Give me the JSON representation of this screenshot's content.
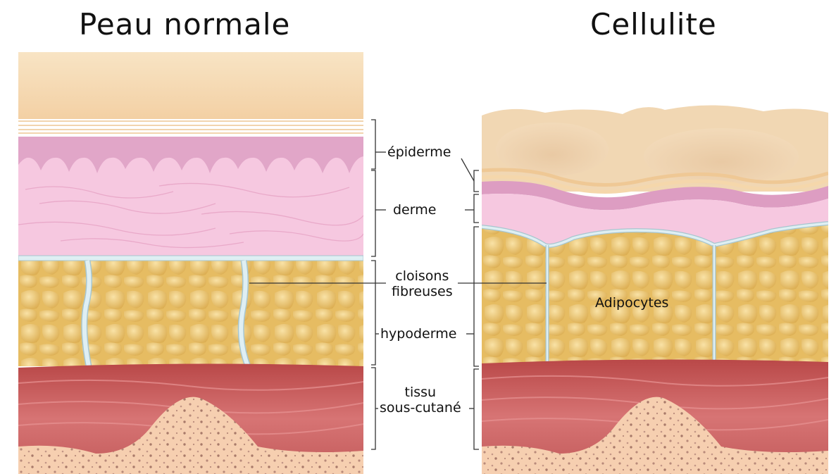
{
  "titles": {
    "left": "Peau normale",
    "right": "Cellulite"
  },
  "labels": {
    "epidermis": "épiderme",
    "dermis": "derme",
    "septa_line1": "cloisons",
    "septa_line2": "fibreuses",
    "hypodermis": "hypoderme",
    "subcutaneous_line1": "tissu",
    "subcutaneous_line2": "sous-cutané",
    "adipocytes": "Adipocytes"
  },
  "colors": {
    "skin_surface": "#f6dcb5",
    "epidermis": "#e1a6c8",
    "dermis": "#f5c6df",
    "fat": "#e9c270",
    "septa": "#dfeff3",
    "muscle": "#c85e5e",
    "bone": "#f6cfb0"
  }
}
